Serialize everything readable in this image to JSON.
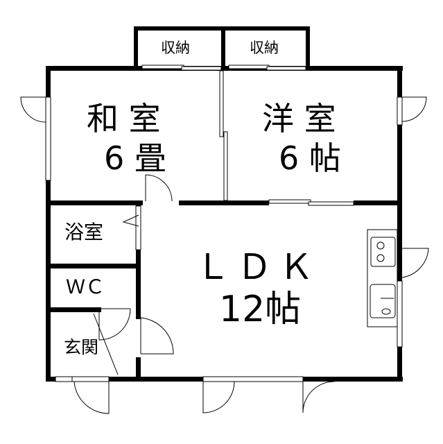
{
  "rooms": {
    "storage_left": "収納",
    "storage_right": "収納",
    "washitsu_name": "和 室",
    "washitsu_size": "6 畳",
    "youshitsu_name": "洋 室",
    "youshitsu_size": "6 帖",
    "bath": "浴室",
    "wc": "ＷＣ",
    "entrance": "玄関",
    "ldk_name": "ＬＤＫ",
    "ldk_size": "12帖"
  },
  "colors": {
    "wall": "#000000",
    "background": "#ffffff"
  }
}
